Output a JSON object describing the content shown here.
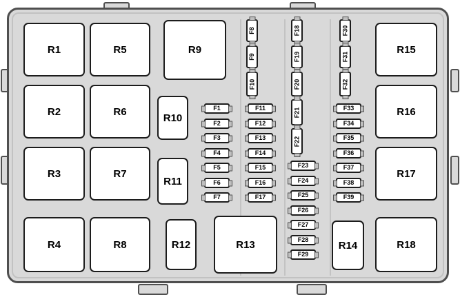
{
  "diagram": {
    "type": "fuse-box-layout",
    "description": "Fuse and relay box diagram with 18 relays (R1-R18) and 39 fuses (F1-F39)",
    "colors": {
      "panel": "#d9d9d9",
      "panel_border": "#4f4f4f",
      "box_fill": "#ffffff",
      "box_border": "#1c1c1c",
      "text": "#000000"
    }
  },
  "relays": [
    "R1",
    "R2",
    "R3",
    "R4",
    "R5",
    "R6",
    "R7",
    "R8",
    "R9",
    "R10",
    "R11",
    "R12",
    "R13",
    "R14",
    "R15",
    "R16",
    "R17",
    "R18"
  ],
  "fuses": [
    "F1",
    "F2",
    "F3",
    "F4",
    "F5",
    "F6",
    "F7",
    "F8",
    "F9",
    "F10",
    "F11",
    "F12",
    "F13",
    "F14",
    "F15",
    "F16",
    "F17",
    "F18",
    "F19",
    "F20",
    "F21",
    "F22",
    "F23",
    "F24",
    "F25",
    "F26",
    "F27",
    "F28",
    "F29",
    "F30",
    "F31",
    "F32",
    "F33",
    "F34",
    "F35",
    "F36",
    "F37",
    "F38",
    "F39"
  ]
}
